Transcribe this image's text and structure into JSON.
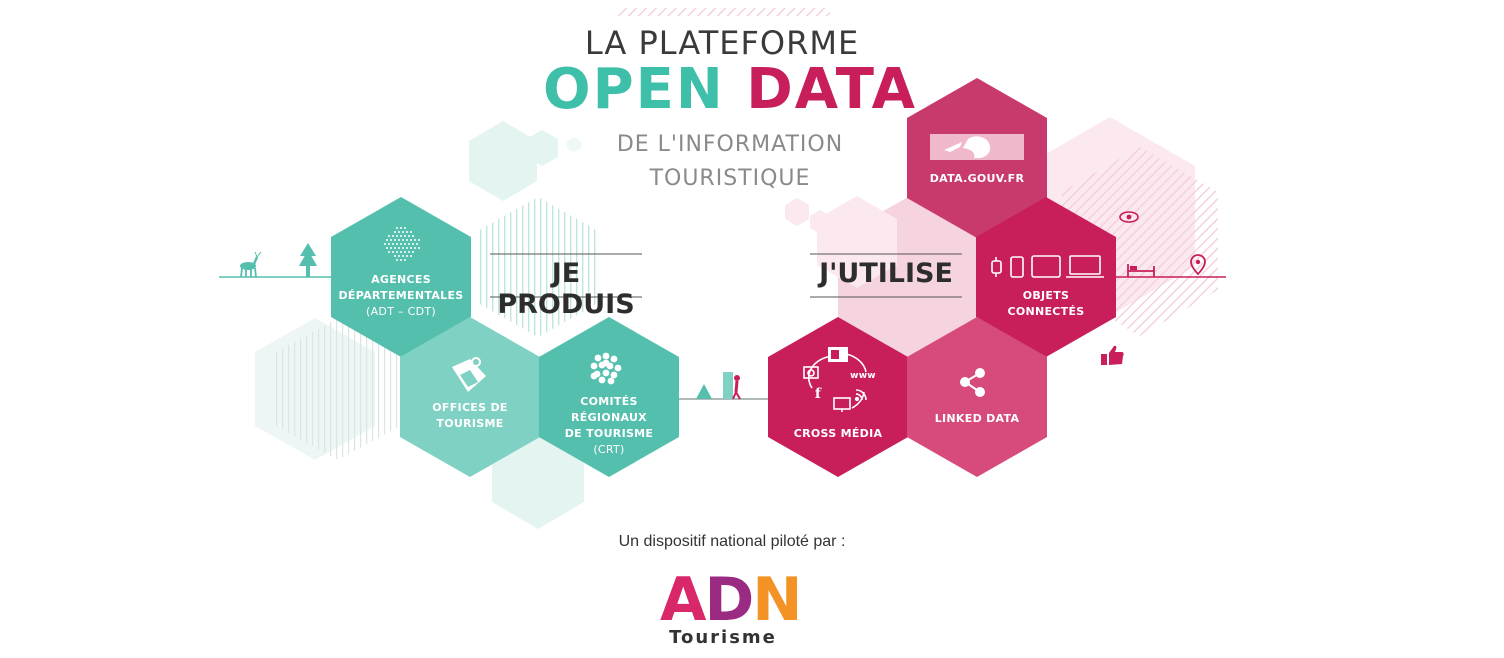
{
  "header": {
    "line1": "LA PLATEFORME",
    "open": "OPEN",
    "data": "DATA",
    "line3a": "DE L'INFORMATION",
    "line3b": "TOURISTIQUE"
  },
  "producers": {
    "label": "JE PRODUIS",
    "agences": {
      "line1": "AGENCES",
      "line2": "DÉPARTEMENTALES",
      "line3": "(ADT – CDT)"
    },
    "offices": {
      "line1": "OFFICES DE",
      "line2": "TOURISME"
    },
    "comites": {
      "line1": "COMITÉS",
      "line2": "RÉGIONAUX",
      "line3": "DE TOURISME",
      "line4": "(CRT)"
    }
  },
  "users": {
    "label": "J'UTILISE",
    "datagouv": "DATA.GOUV.FR",
    "objets": {
      "line1": "OBJETS",
      "line2": "CONNECTÉS"
    },
    "cross": "CROSS MÉDIA",
    "cross_www": "www",
    "linked": "LINKED DATA"
  },
  "footer": {
    "text": "Un dispositif national piloté par :",
    "logo_a": "A",
    "logo_d": "D",
    "logo_n": "N",
    "logo_tourisme": "Tourisme"
  },
  "colors": {
    "teal": "#55bfae",
    "teal_light": "#7fd1c3",
    "pink": "#c81e5b",
    "pink_mid": "#d64b7c",
    "pink_pale": "#f3c3d3",
    "text_dark": "#2d2d2d"
  },
  "icons": [
    "deer-icon",
    "tree-icon",
    "france-map-icon",
    "office-logo-icon",
    "region-map-icon",
    "tent-icon",
    "hiker-icon",
    "marianne-icon",
    "watch-icon",
    "phone-icon",
    "tablet-icon",
    "laptop-icon",
    "eye-icon",
    "bed-icon",
    "location-pin-icon",
    "thumbs-up-icon",
    "share-icon",
    "media-cycle-icon"
  ]
}
